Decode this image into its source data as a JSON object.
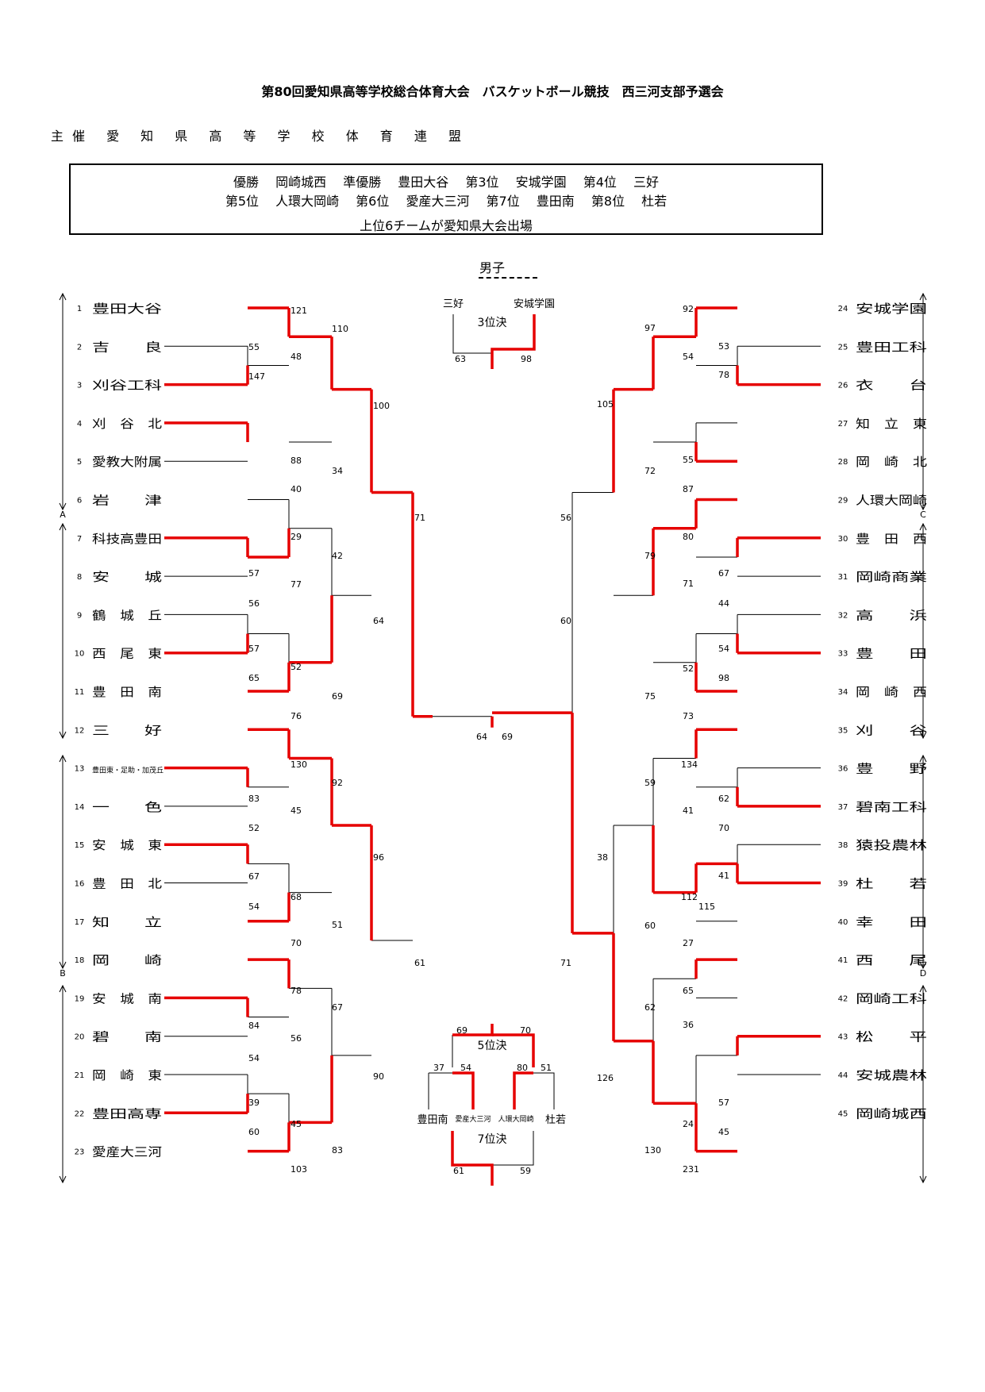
{
  "document": {
    "title": "第80回愛知県高等学校総合体育大会　バスケットボール競技　西三河支部予選会",
    "host": "主催 愛 知 県 高 等 学 校 体 育 連 盟",
    "results_line1": "優勝　 岡崎城西　 準優勝　 豊田大谷　 第3位　 安城学園　 第4位　 三好",
    "results_line2": "第5位　 人環大岡崎　 第6位　 愛産大三河　 第7位　 豊田南　 第8位　 杜若",
    "results_note": "上位6チームが愛知県大会出場",
    "section": "男子"
  },
  "blocks": {
    "a": "A",
    "b": "B",
    "c": "C",
    "d": "D"
  },
  "colors": {
    "win": "#e60000",
    "line": "#000000"
  },
  "teams": [
    {
      "no": "1",
      "name": "豊田大谷"
    },
    {
      "no": "2",
      "name": "吉　　良"
    },
    {
      "no": "3",
      "name": "刈谷工科"
    },
    {
      "no": "4",
      "name": "刈　谷　北"
    },
    {
      "no": "5",
      "name": "愛教大附属"
    },
    {
      "no": "6",
      "name": "岩　　津"
    },
    {
      "no": "7",
      "name": "科技高豊田"
    },
    {
      "no": "8",
      "name": "安　　城"
    },
    {
      "no": "9",
      "name": "鶴　城　丘"
    },
    {
      "no": "10",
      "name": "西　尾　東"
    },
    {
      "no": "11",
      "name": "豊　田　南"
    },
    {
      "no": "12",
      "name": "三　　好"
    },
    {
      "no": "13",
      "name": "豊田東・足助・加茂丘"
    },
    {
      "no": "14",
      "name": "一　　色"
    },
    {
      "no": "15",
      "name": "安　城　東"
    },
    {
      "no": "16",
      "name": "豊　田　北"
    },
    {
      "no": "17",
      "name": "知　　立"
    },
    {
      "no": "18",
      "name": "岡　　崎"
    },
    {
      "no": "19",
      "name": "安　城　南"
    },
    {
      "no": "20",
      "name": "碧　　南"
    },
    {
      "no": "21",
      "name": "岡　崎　東"
    },
    {
      "no": "22",
      "name": "豊田高専"
    },
    {
      "no": "23",
      "name": "愛産大三河"
    },
    {
      "no": "24",
      "name": "安城学園"
    },
    {
      "no": "25",
      "name": "豊田工科"
    },
    {
      "no": "26",
      "name": "衣　　台"
    },
    {
      "no": "27",
      "name": "知　立　東"
    },
    {
      "no": "28",
      "name": "岡　崎　北"
    },
    {
      "no": "29",
      "name": "人環大岡崎"
    },
    {
      "no": "30",
      "name": "豊　田　西"
    },
    {
      "no": "31",
      "name": "岡崎商業"
    },
    {
      "no": "32",
      "name": "高　　浜"
    },
    {
      "no": "33",
      "name": "豊　　田"
    },
    {
      "no": "34",
      "name": "岡　崎　西"
    },
    {
      "no": "35",
      "name": "刈　　谷"
    },
    {
      "no": "36",
      "name": "豊　　野"
    },
    {
      "no": "37",
      "name": "碧南工科"
    },
    {
      "no": "38",
      "name": "猿投農林"
    },
    {
      "no": "39",
      "name": "杜　　若"
    },
    {
      "no": "40",
      "name": "幸　　田"
    },
    {
      "no": "41",
      "name": "西　　尾"
    },
    {
      "no": "42",
      "name": "岡崎工科"
    },
    {
      "no": "43",
      "name": "松　　平"
    },
    {
      "no": "44",
      "name": "安城農林"
    },
    {
      "no": "45",
      "name": "岡崎城西"
    }
  ],
  "scores": {
    "left": [
      "121",
      "110",
      "55",
      "48",
      "147",
      "100",
      "88",
      "34",
      "40",
      "71",
      "29",
      "42",
      "57",
      "77",
      "56",
      "64",
      "57",
      "52",
      "65",
      "69",
      "76",
      "130",
      "92",
      "83",
      "45",
      "52",
      "96",
      "67",
      "68",
      "54",
      "51",
      "70",
      "61",
      "78",
      "67",
      "84",
      "56",
      "54",
      "90",
      "39",
      "45",
      "60",
      "83",
      "103"
    ],
    "right": [
      "92",
      "97",
      "53",
      "54",
      "78",
      "105",
      "55",
      "72",
      "87",
      "56",
      "80",
      "79",
      "67",
      "71",
      "44",
      "60",
      "54",
      "52",
      "98",
      "75",
      "73",
      "134",
      "59",
      "62",
      "41",
      "70",
      "38",
      "41",
      "112",
      "115",
      "60",
      "27",
      "71",
      "65",
      "62",
      "36",
      "126",
      "57",
      "24",
      "45",
      "130",
      "231"
    ],
    "final": [
      "64",
      "69"
    ]
  },
  "third_place": {
    "label": "3位決",
    "teams": [
      "三好",
      "安城学園"
    ],
    "scores": [
      "63",
      "98"
    ]
  },
  "fifth_place": {
    "label": "5位決",
    "scores": [
      "69",
      "70"
    ],
    "semi_scores": [
      "37",
      "54",
      "80",
      "51"
    ]
  },
  "seventh_place": {
    "label": "7位決",
    "teams": [
      "豊田南",
      "愛産大三河",
      "人環大岡崎",
      "杜若"
    ],
    "scores": [
      "61",
      "59"
    ]
  }
}
